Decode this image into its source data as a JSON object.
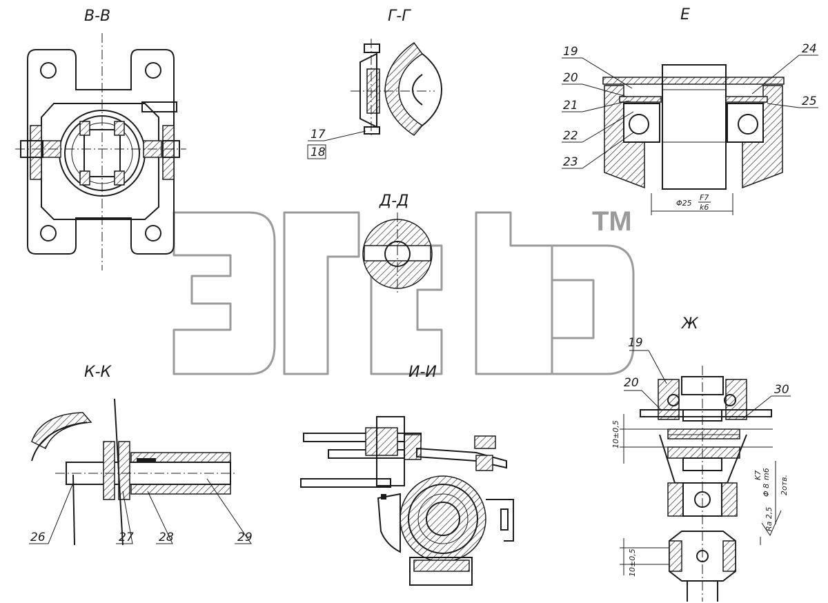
{
  "sections": {
    "vv": "В-В",
    "gg": "Г-Г",
    "e": "Е",
    "dd": "Д-Д",
    "kk": "К-К",
    "ii": "И-И",
    "zh": "Ж"
  },
  "callouts": {
    "n17": "17",
    "n18": "18",
    "n19": "19",
    "n20": "20",
    "n21": "21",
    "n22": "22",
    "n23": "23",
    "n24": "24",
    "n25": "25",
    "n26": "26",
    "n27": "27",
    "n28": "28",
    "n29": "29",
    "zh19": "19",
    "zh20": "20",
    "zh30": "30"
  },
  "dimensions": {
    "phi25": "Φ25",
    "fit_f7": "F7",
    "fit_k6": "k6",
    "ten_a": "10±0,5",
    "ten_b": "10±0,5",
    "phi8": "Φ 8",
    "fit_k7": "K7",
    "fit_m6": "m6",
    "holes": "2отв.",
    "ra": "Ra 2,5"
  },
  "watermark": {
    "tm": "TM"
  }
}
